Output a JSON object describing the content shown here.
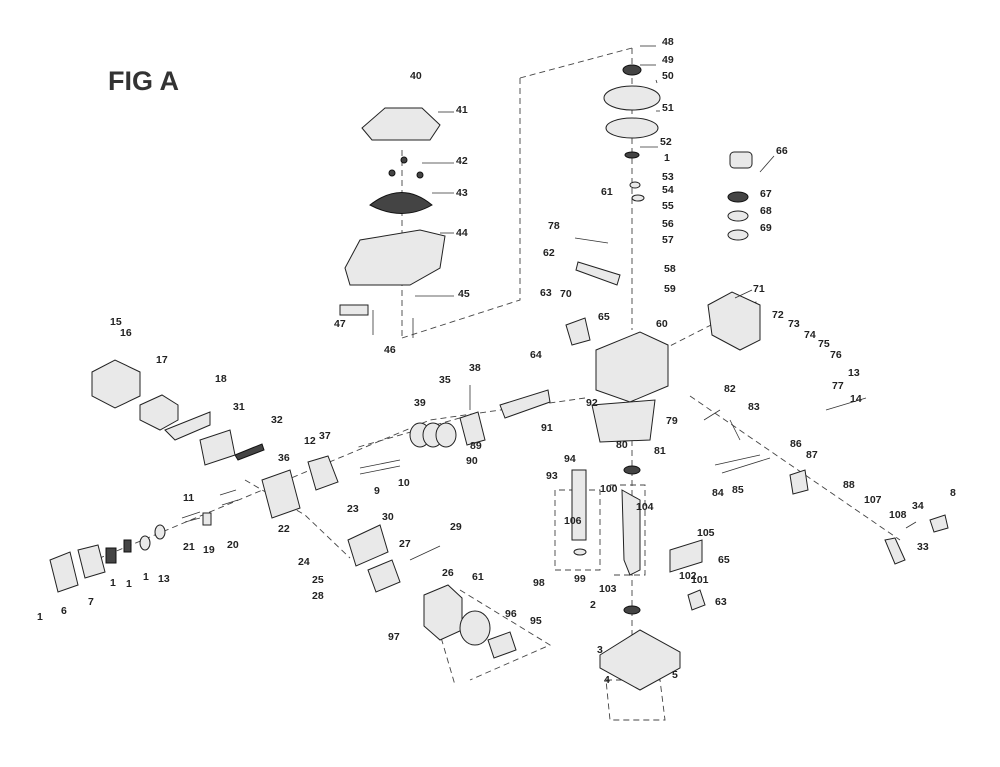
{
  "figure": {
    "title": "FIG A"
  },
  "callouts": [
    "40",
    "41",
    "42",
    "43",
    "44",
    "45",
    "46",
    "47",
    "48",
    "49",
    "50",
    "51",
    "52",
    "1",
    "53",
    "54",
    "55",
    "56",
    "57",
    "61",
    "78",
    "62",
    "58",
    "59",
    "63",
    "70",
    "65",
    "60",
    "64",
    "66",
    "67",
    "68",
    "69",
    "71",
    "72",
    "73",
    "74",
    "75",
    "76",
    "77",
    "13",
    "14",
    "15",
    "16",
    "17",
    "18",
    "31",
    "32",
    "12",
    "37",
    "36",
    "35",
    "38",
    "39",
    "89",
    "90",
    "91",
    "92",
    "79",
    "80",
    "81",
    "82",
    "83",
    "84",
    "85",
    "86",
    "87",
    "88",
    "107",
    "108",
    "33",
    "34",
    "8",
    "9",
    "10",
    "11",
    "21",
    "19",
    "20",
    "23",
    "22",
    "24",
    "30",
    "25",
    "27",
    "28",
    "29",
    "26",
    "61",
    "96",
    "95",
    "97",
    "98",
    "94",
    "93",
    "106",
    "99",
    "100",
    "104",
    "105",
    "102",
    "103",
    "101",
    "63",
    "2",
    "3",
    "4",
    "5",
    "6",
    "7",
    "1",
    "1",
    "1",
    "13",
    "1",
    "65"
  ]
}
